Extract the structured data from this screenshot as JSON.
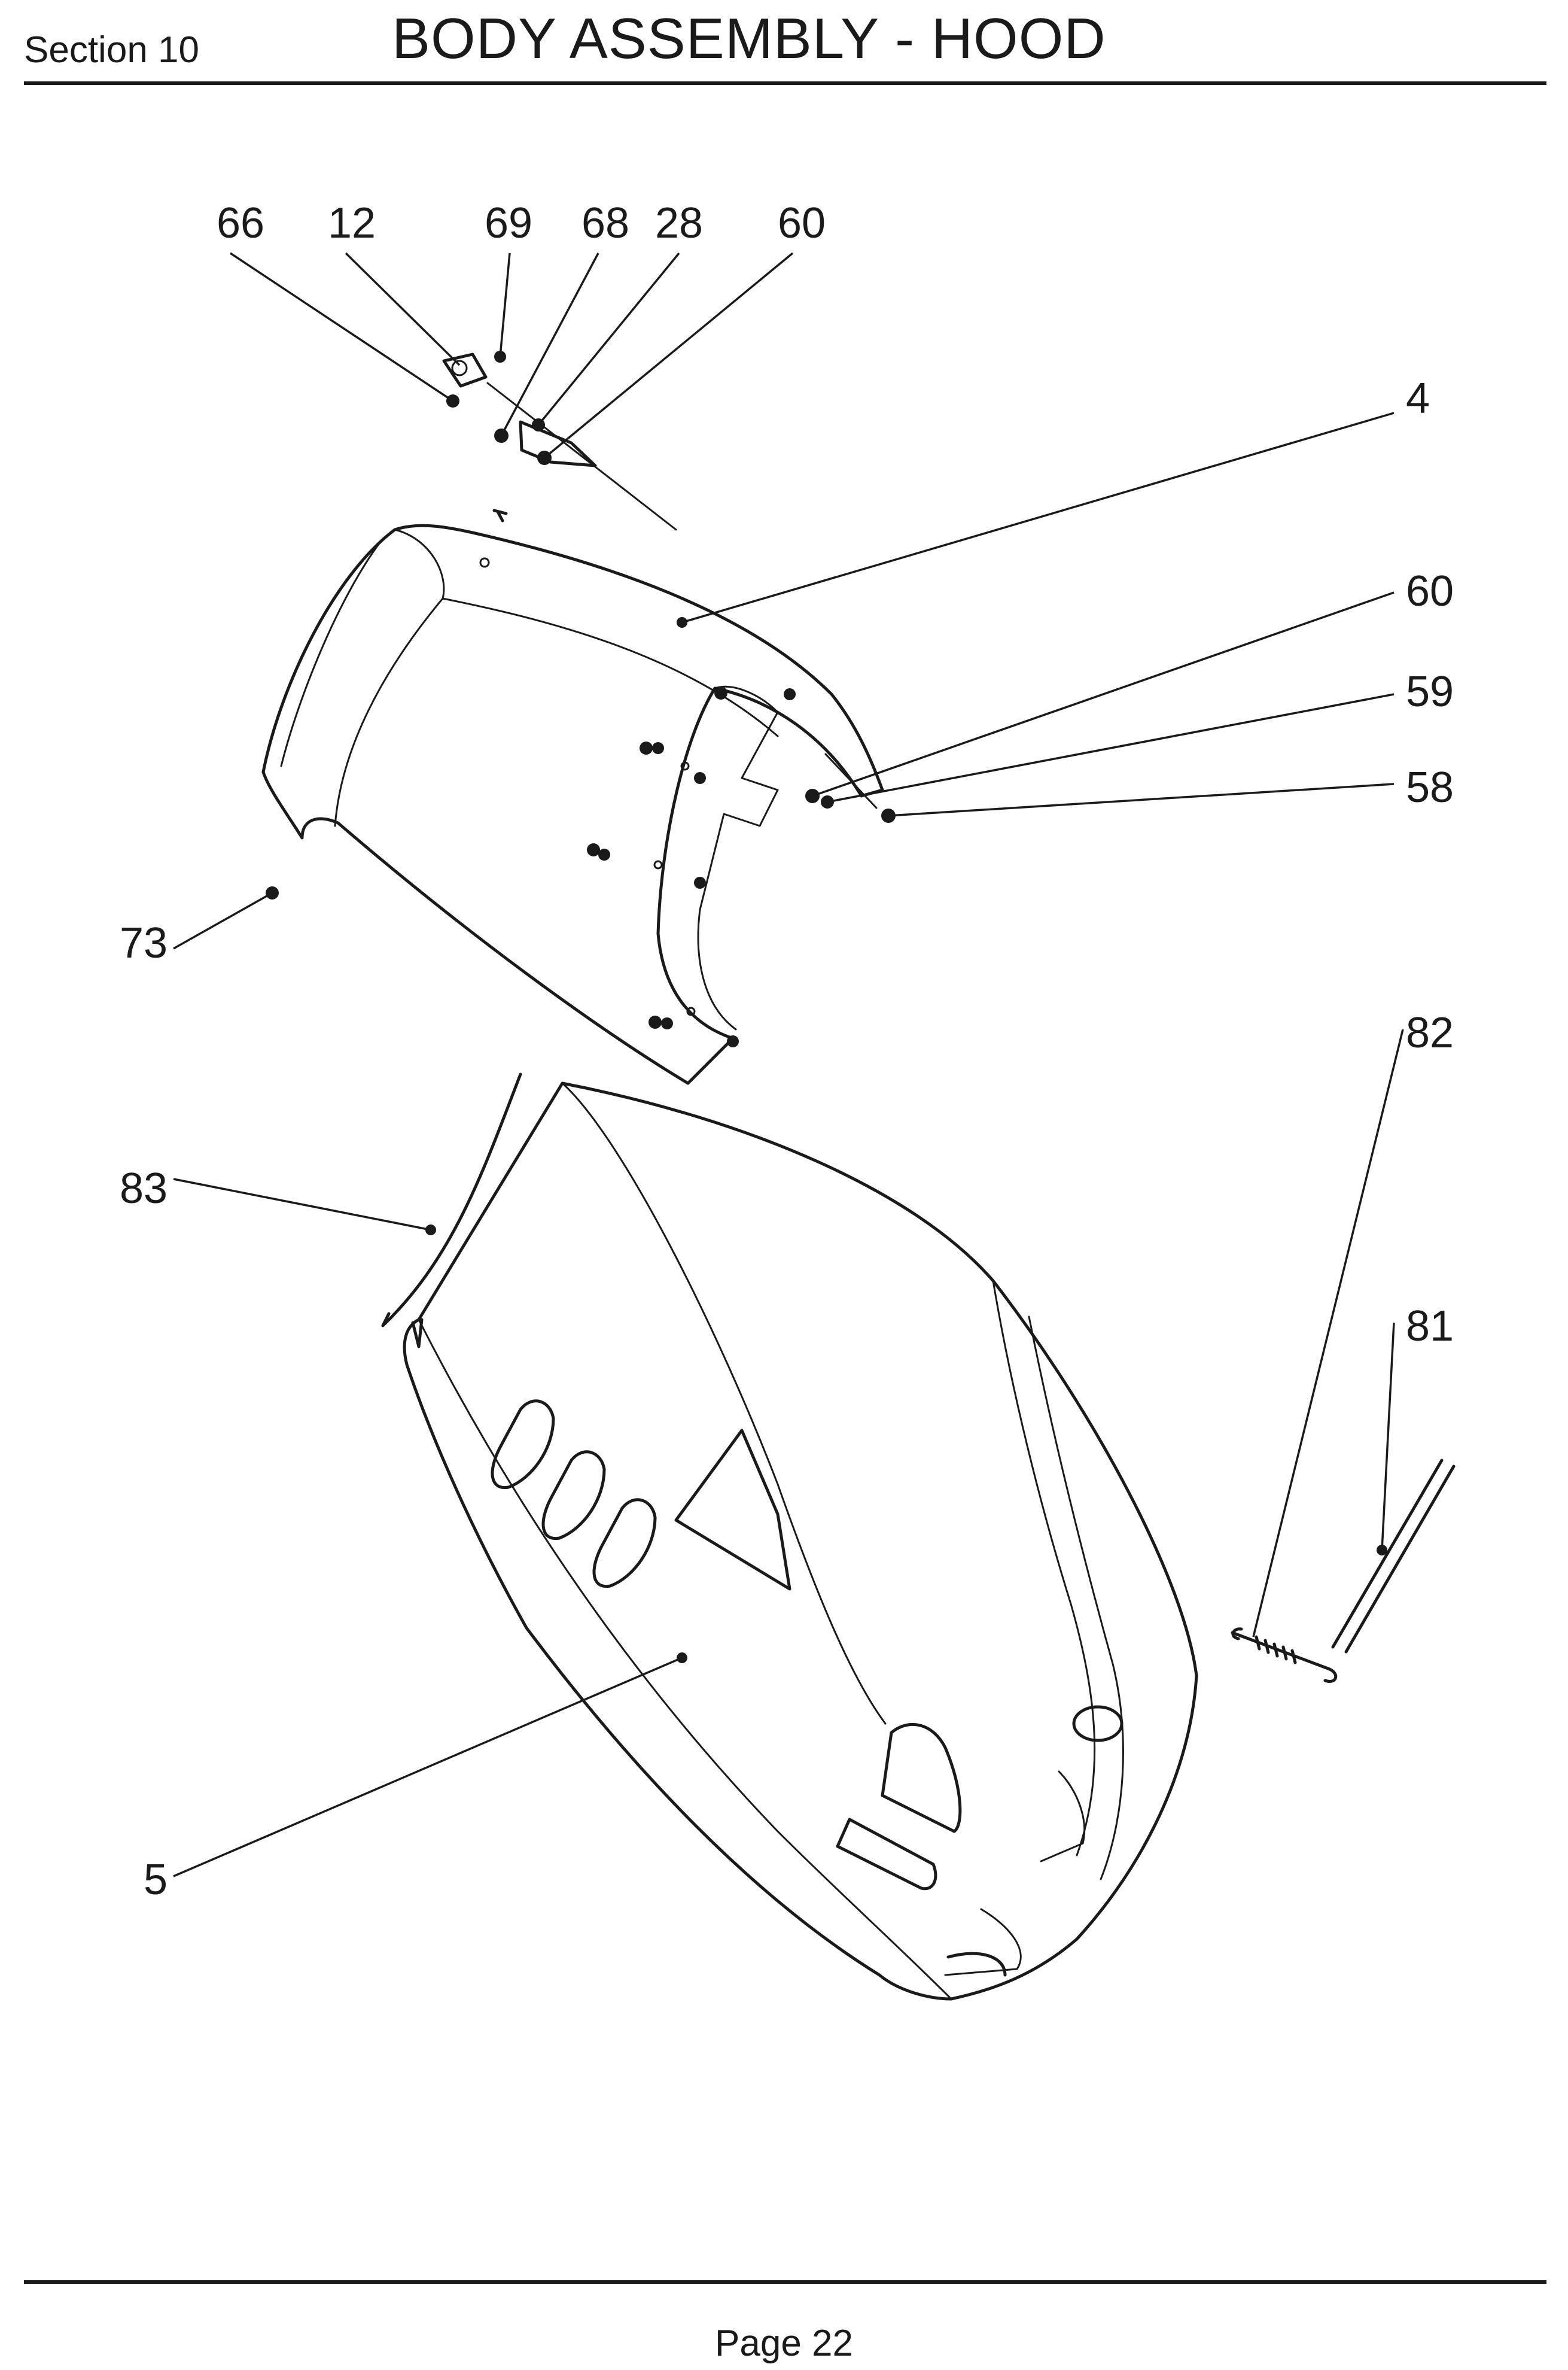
{
  "header": {
    "section": "Section 10",
    "title": "BODY ASSEMBLY - HOOD"
  },
  "footer": {
    "page": "Page 22"
  },
  "callouts": [
    {
      "id": "c66",
      "label": "66"
    },
    {
      "id": "c12",
      "label": "12"
    },
    {
      "id": "c69",
      "label": "69"
    },
    {
      "id": "c68",
      "label": "68"
    },
    {
      "id": "c28",
      "label": "28"
    },
    {
      "id": "c60a",
      "label": "60"
    },
    {
      "id": "c4",
      "label": "4"
    },
    {
      "id": "c60b",
      "label": "60"
    },
    {
      "id": "c59",
      "label": "59"
    },
    {
      "id": "c58",
      "label": "58"
    },
    {
      "id": "c73",
      "label": "73"
    },
    {
      "id": "c82",
      "label": "82"
    },
    {
      "id": "c83",
      "label": "83"
    },
    {
      "id": "c81",
      "label": "81"
    },
    {
      "id": "c5",
      "label": "5"
    }
  ]
}
